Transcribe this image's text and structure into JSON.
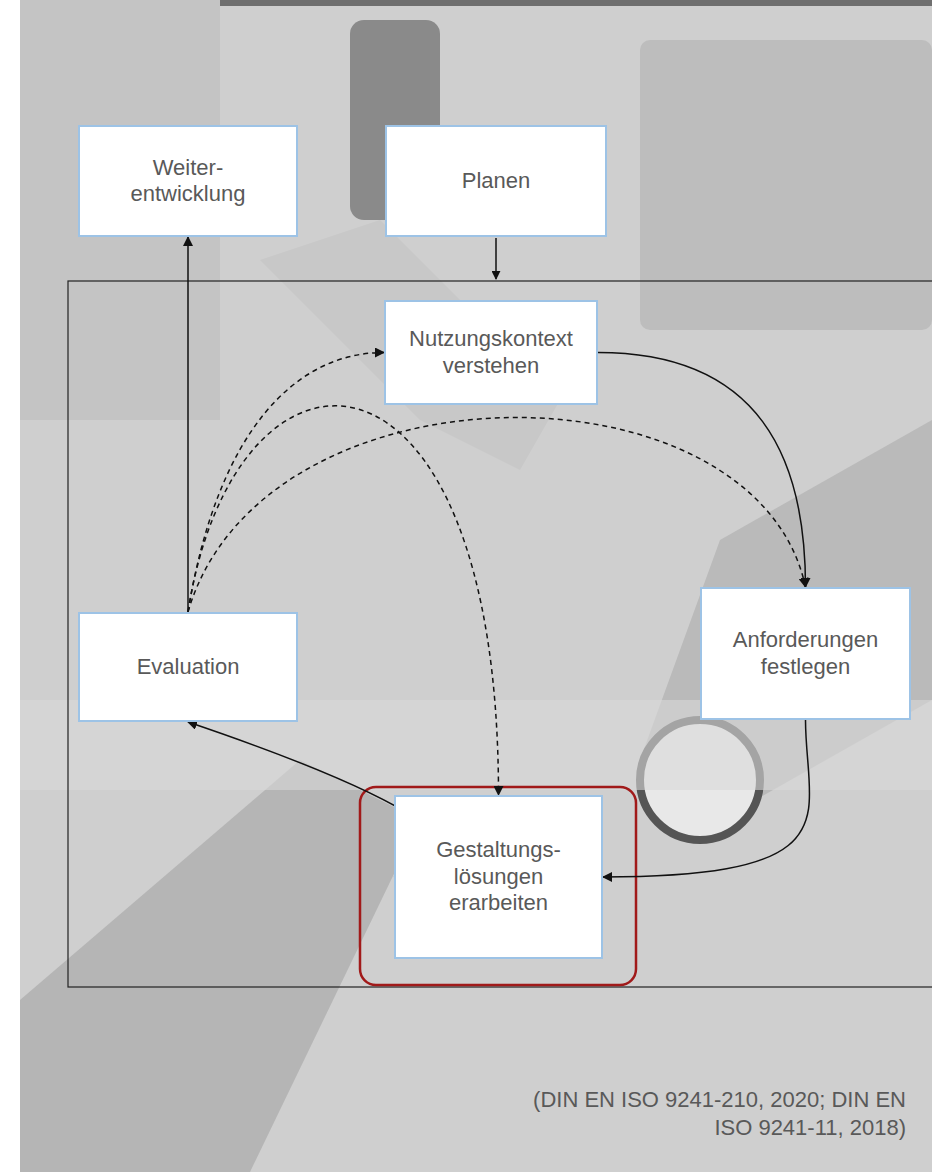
{
  "diagram": {
    "nodes": [
      {
        "text": [
          "Weiter- entwicklung"
        ]
      },
      {
        "text": [
          "Planen"
        ]
      },
      {
        "text": [
          "Nutzungskontext verstehen"
        ]
      },
      {
        "text": [
          "Anforderungen festlegen"
        ]
      },
      {
        "text": [
          "Gestaltungs- lösungen erarbeiten"
        ]
      },
      {
        "text": [
          "Evaluation"
        ]
      }
    ],
    "edges": [
      {
        "from": 2,
        "to": 3,
        "arrow": "to"
      },
      {
        "from": 3,
        "to": 4,
        "arrow": "to"
      },
      {
        "from": 4,
        "to": 5,
        "arrow": "to"
      },
      {
        "from": 5,
        "to": 0,
        "arrow": "to"
      },
      {
        "from": 5,
        "to": 2,
        "arrow": "to"
      },
      {
        "from": 5,
        "to": 3,
        "arrow": "to"
      },
      {
        "from": 5,
        "to": 4,
        "arrow": "to"
      }
    ],
    "labels": [
      "(DIN EN ISO 9241-210, 2020; DIN EN ISO 9241-11, 2018)"
    ]
  }
}
